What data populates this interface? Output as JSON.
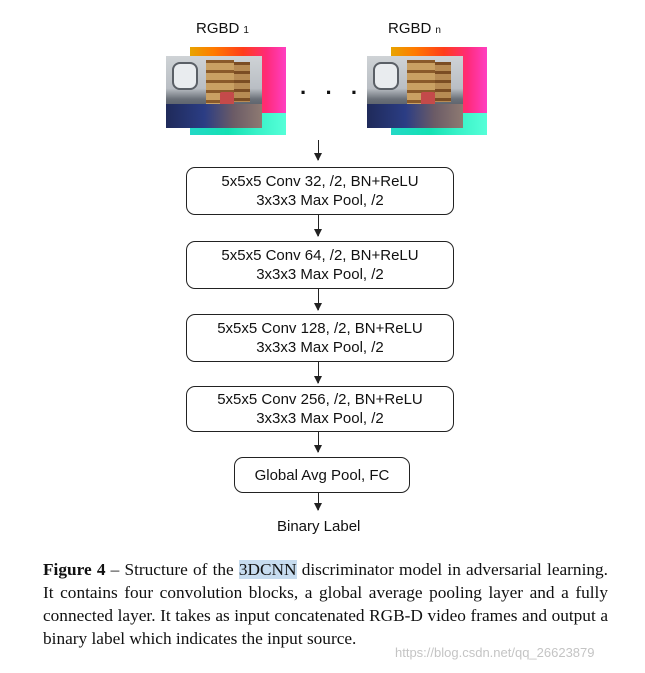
{
  "inputs": {
    "first": {
      "label": "RGBD",
      "index": "1"
    },
    "last": {
      "label": "RGBD",
      "index": "n"
    },
    "ellipsis": "· · ·"
  },
  "blocks": [
    {
      "line1": "5x5x5 Conv 32, /2, BN+ReLU",
      "line2": "3x3x3 Max Pool, /2"
    },
    {
      "line1": "5x5x5 Conv 64, /2, BN+ReLU",
      "line2": "3x3x3 Max Pool, /2"
    },
    {
      "line1": "5x5x5 Conv 128, /2, BN+ReLU",
      "line2": "3x3x3 Max Pool, /2"
    },
    {
      "line1": "5x5x5 Conv 256, /2, BN+ReLU",
      "line2": "3x3x3 Max Pool, /2"
    },
    {
      "line1": "Global Avg Pool, FC"
    }
  ],
  "output_label": "Binary Label",
  "caption": {
    "figure": "Figure 4",
    "dash": " – Structure of the ",
    "highlight": "3DCNN",
    "rest": " discriminator model in adversarial learning. It contains four convolution blocks, a global average pooling layer and a fully connected layer. It takes as input concatenated RGB-D video frames and output a binary label which indicates the input source."
  },
  "watermark": "https://blog.csdn.net/qq_26623879"
}
